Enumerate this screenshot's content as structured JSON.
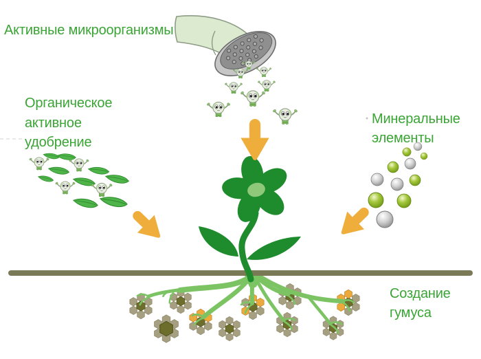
{
  "labels": {
    "active_microorganisms": "Активные микроорганизмы",
    "organic_fertilizer": [
      "Органическое",
      "активное",
      "удобрение"
    ],
    "mineral_elements": [
      "Минеральные",
      "элементы"
    ],
    "humus_creation": [
      "Создание",
      "гумуса"
    ]
  },
  "icons": {
    "shower_head": "shower-head-icon",
    "microorganism": "microorganism-icon",
    "leaf": "leaf-icon",
    "mineral_ball": "mineral-ball-icon",
    "flower_plant": "flower-plant-icon",
    "soil_line": "soil-line",
    "roots": "roots-icon",
    "humus_cluster": "humus-hexagon-cluster-icon",
    "arrow": "arrow-down-icon"
  },
  "counts": {
    "falling_microorganisms": 8,
    "microorganisms_on_leaves": 4,
    "organic_leaves": 9,
    "mineral_balls_green": 6,
    "mineral_balls_silver": 5,
    "humus_clusters": 10,
    "arrows": 3
  },
  "colors": {
    "text_green": "#3aa435",
    "flower_green": "#1e8c2d",
    "flower_center": "#8fc878",
    "leaf_green": "#4fb449",
    "root_green": "#7cc463",
    "soil_olive": "#7b7a57",
    "hex_khaki": "#a79f82",
    "hex_dark": "#6d6e2b",
    "hex_orange": "#edaa3c",
    "arrow_orange": "#efae3c",
    "mineral_green": "#8fb529",
    "mineral_silver": "#9e9e9e",
    "spout_green": "#dcead0"
  }
}
